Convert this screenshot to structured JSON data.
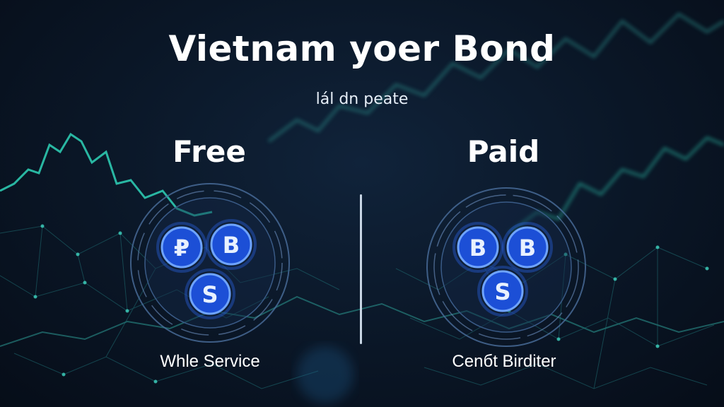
{
  "title": "Vietnam yoer Bond",
  "subtitle": "lál dn peate",
  "columns": [
    {
      "heading": "Free",
      "footer": "Whle Service",
      "coins": [
        {
          "symbol": "₽",
          "name": "ruble-coin-icon"
        },
        {
          "symbol": "B",
          "name": "bitcoin-coin-icon"
        },
        {
          "symbol": "S",
          "name": "dollar-coin-icon"
        }
      ]
    },
    {
      "heading": "Paid",
      "footer": "Cenбt Birditer",
      "coins": [
        {
          "symbol": "B",
          "name": "bitcoin-coin-icon"
        },
        {
          "symbol": "B",
          "name": "bitcoin-coin-icon"
        },
        {
          "symbol": "S",
          "name": "dollar-coin-icon"
        }
      ]
    }
  ],
  "colors": {
    "accent_line": "#2fd3b8",
    "coin_glow": "#2f6dff",
    "ring": "#4b6f9e"
  }
}
